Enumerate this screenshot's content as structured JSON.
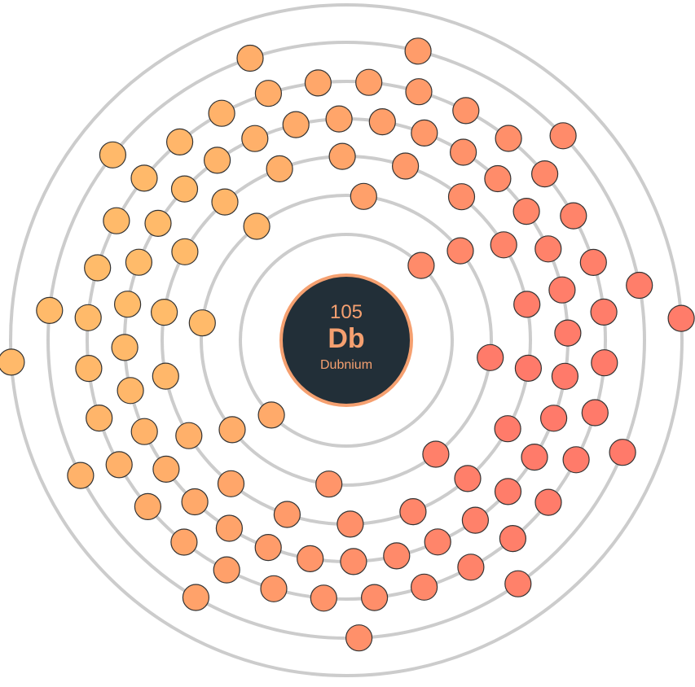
{
  "element": {
    "number": "105",
    "symbol": "Db",
    "name": "Dubnium"
  },
  "shells": [
    2,
    8,
    18,
    32,
    32,
    11,
    2
  ],
  "colors": {
    "background": "#ffffff",
    "orbit": "#cccccc",
    "nucleus_fill": "#222f38",
    "nucleus_stroke": "#f5a070",
    "text_accent": "#f5a070",
    "electron_warm": "#ffbb6a",
    "electron_hot": "#ff7a6a",
    "electron_stroke": "#333333"
  }
}
